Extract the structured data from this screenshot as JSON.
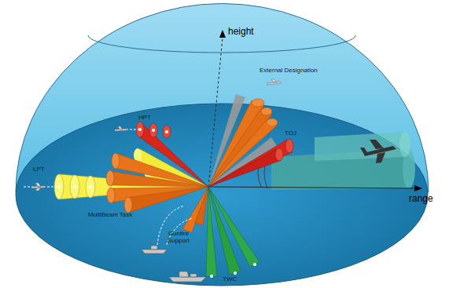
{
  "diagram": {
    "labels": [
      "height",
      "External Designation",
      "HPT",
      "TOJ",
      "LPT",
      "range",
      "MultiBeam Task",
      "Gunfire Support",
      "TWC"
    ]
  }
}
